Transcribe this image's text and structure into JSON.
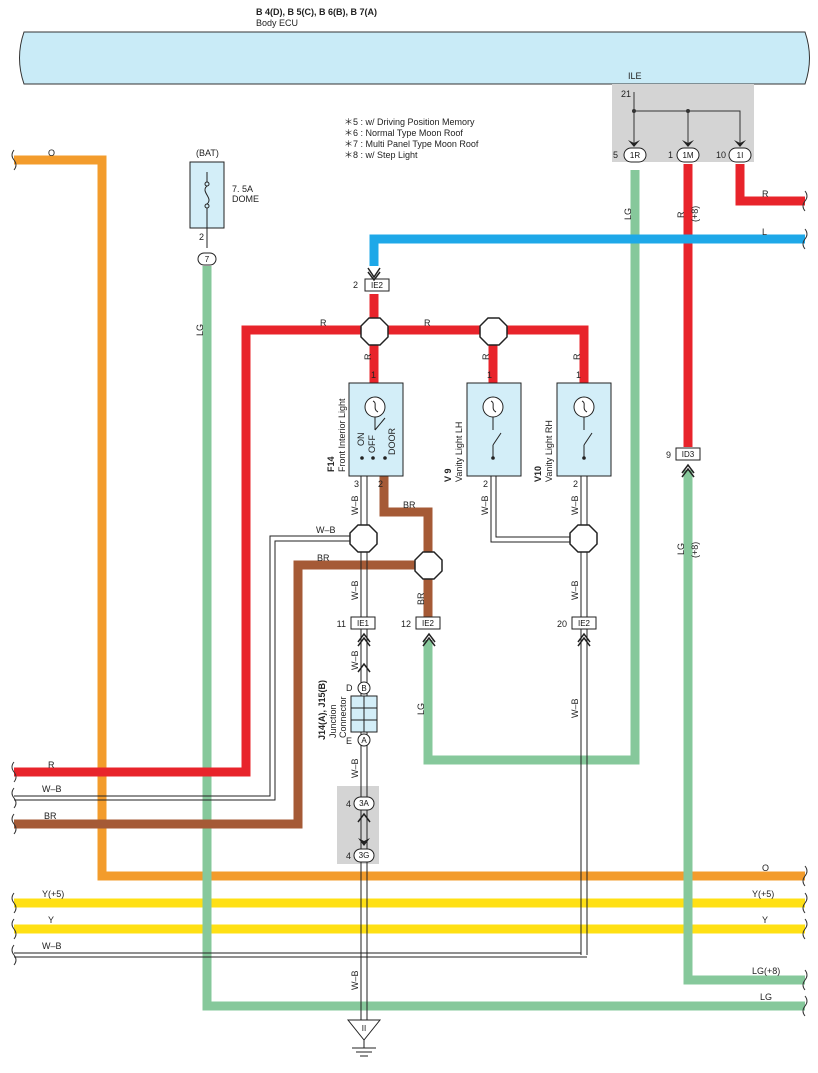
{
  "header": {
    "connectors": "B 4(D), B 5(C), B 6(B), B 7(A)",
    "ecu_name": "Body ECU",
    "ecu_terminal_group": "ILE"
  },
  "notes": [
    "＊5 : w/ Driving Position Memory",
    "＊6 : Normal Type Moon Roof",
    "＊7 : Multi Panel Type Moon Roof",
    "＊8 : w/ Step Light"
  ],
  "fuse": {
    "supply": "(BAT)",
    "rating": "7. 5A",
    "name": "DOME",
    "pin": "2",
    "conn": "7"
  },
  "ecu_pins": {
    "pin21": "21",
    "a_num": "5",
    "a_tag": "1R",
    "b_num": "1",
    "b_tag": "1M",
    "c_num": "10",
    "c_tag": "1I"
  },
  "connectors": {
    "ie2_top_num": "2",
    "ie2_top": "IE2",
    "ie1_num": "11",
    "ie1": "IE1",
    "ie2_mid_num": "12",
    "ie2_mid": "IE2",
    "ie2_right_num": "20",
    "ie2_right": "IE2",
    "id3_num": "9",
    "id3": "ID3",
    "c3a_num": "4",
    "c3a": "3A",
    "c3g_num": "4",
    "c3g": "3G",
    "jc_top": "B",
    "jc_top_pin": "D",
    "jc_bot": "A",
    "jc_bot_pin": "E"
  },
  "components": {
    "f14_code": "F14",
    "f14_name": "Front Interior Light",
    "f14_on": "ON",
    "f14_off": "OFF",
    "f14_door": "DOOR",
    "f14_pin1": "1",
    "f14_pin2": "2",
    "f14_pin3": "3",
    "v9_code": "V 9",
    "v9_name": "Vanity Light LH",
    "v9_pin1": "1",
    "v9_pin2": "2",
    "v10_code": "V10",
    "v10_name": "Vanity Light RH",
    "v10_pin1": "1",
    "v10_pin2": "2",
    "jc_code": "J14(A), J15(B)",
    "jc_name1": "Junction",
    "jc_name2": "Connector",
    "ground": "II"
  },
  "wire_labels": {
    "O": "O",
    "R": "R",
    "L": "L",
    "LG": "LG",
    "WB": "W–B",
    "BR": "BR",
    "Y": "Y",
    "Y5": "Y(+5)",
    "LG8": "LG(+8)",
    "s8": "(+8)"
  },
  "colors": {
    "orange": "#F39C2C",
    "red": "#E8242B",
    "blue": "#1EA8E8",
    "green": "#86C89B",
    "brown": "#A55A36",
    "yellow": "#FFE014",
    "ecu": "#C9EBF7",
    "component": "#D3EEF8",
    "ecu_box": "#D4D4D4"
  }
}
